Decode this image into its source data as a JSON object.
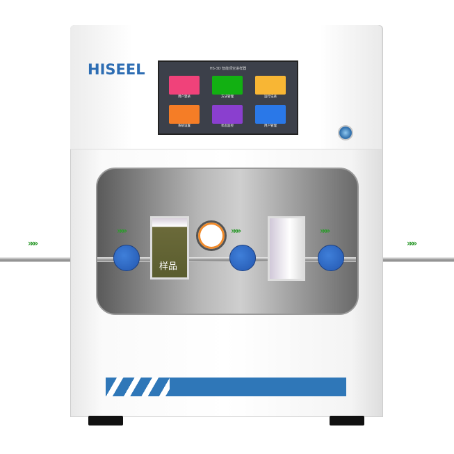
{
  "brand": {
    "logo_text": "HISEEL"
  },
  "screen": {
    "title": "HS-3D 智能顶空进样器",
    "tiles": [
      {
        "label": "用户登录",
        "color": "#f0427a"
      },
      {
        "label": "方法管理",
        "color": "#12b012"
      },
      {
        "label": "运行记录",
        "color": "#f8b634"
      },
      {
        "label": "系统设置",
        "color": "#f57d26"
      },
      {
        "label": "状态监控",
        "color": "#8a3fcf"
      },
      {
        "label": "用户管理",
        "color": "#2a78e8"
      }
    ]
  },
  "chamber": {
    "sample_label": "样品",
    "flow_arrows": "»»»"
  },
  "colors": {
    "accent": "#2f77b8",
    "valve": "#2d66c4",
    "arrow": "#2e9a2e"
  }
}
